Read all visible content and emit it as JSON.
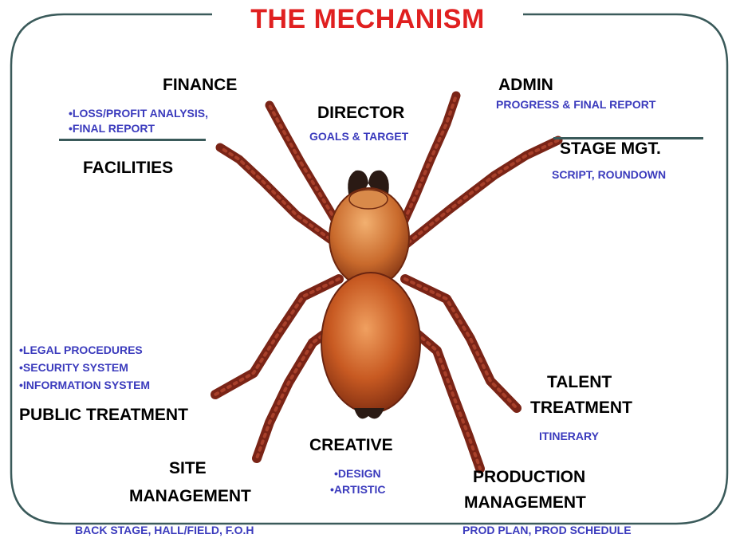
{
  "title": "THE MECHANISM",
  "colors": {
    "title": "#e02020",
    "label": "#000000",
    "sublabel": "#3b3bbd",
    "frame": "#3a5a5a",
    "spider": "#8b2a16"
  },
  "icon": "spider-illustration",
  "finance": {
    "label": "FINANCE",
    "items": [
      "•LOSS/PROFIT ANALYSIS,",
      "•FINAL REPORT"
    ]
  },
  "director": {
    "label": "DIRECTOR",
    "note": "GOALS & TARGET"
  },
  "admin": {
    "label": "ADMIN",
    "note": "PROGRESS & FINAL REPORT"
  },
  "facilities": {
    "label": "FACILITIES"
  },
  "stage_mgt": {
    "label": "STAGE MGT.",
    "note": "SCRIPT, ROUNDOWN"
  },
  "public_treatment": {
    "label": "PUBLIC TREATMENT",
    "items": [
      "•LEGAL PROCEDURES",
      "•SECURITY SYSTEM",
      "•INFORMATION SYSTEM"
    ]
  },
  "talent_treatment": {
    "label_line1": "TALENT",
    "label_line2": "TREATMENT",
    "note": "ITINERARY"
  },
  "creative": {
    "label": "CREATIVE",
    "items": [
      "•DESIGN",
      "•ARTISTIC"
    ]
  },
  "site_management": {
    "label_line1": "SITE",
    "label_line2": "MANAGEMENT",
    "note": "BACK STAGE, HALL/FIELD, F.O.H"
  },
  "production_management": {
    "label_line1": "PRODUCTION",
    "label_line2": "MANAGEMENT",
    "note": "PROD PLAN, PROD SCHEDULE"
  }
}
